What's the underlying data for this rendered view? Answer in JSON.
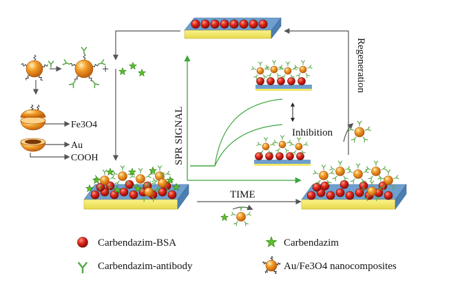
{
  "labels": {
    "fe3o4": "Fe3O4",
    "au": "Au",
    "cooh": "COOH",
    "spr_signal": "SPR SIGNAL",
    "time": "TIME",
    "inhibition": "Inhibition",
    "regeneration": "Regeneration"
  },
  "legend": {
    "bsa": "Carbendazim-BSA",
    "carbendazim": "Carbendazim",
    "antibody": "Carbendazim-antibody",
    "nanocomposite": "Au/Fe3O4 nanocomposites"
  },
  "colors": {
    "chip_top": "#6f9fcf",
    "chip_side": "#4c7fb0",
    "chip_gold": "#f3e96a",
    "bsa_red": "#e52a1e",
    "nano_orange": "#f08c1e",
    "star_green": "#5bbf2a",
    "antibody_green": "#5aa84a",
    "curve_green": "#3aa53a",
    "arrow": "#555555"
  }
}
